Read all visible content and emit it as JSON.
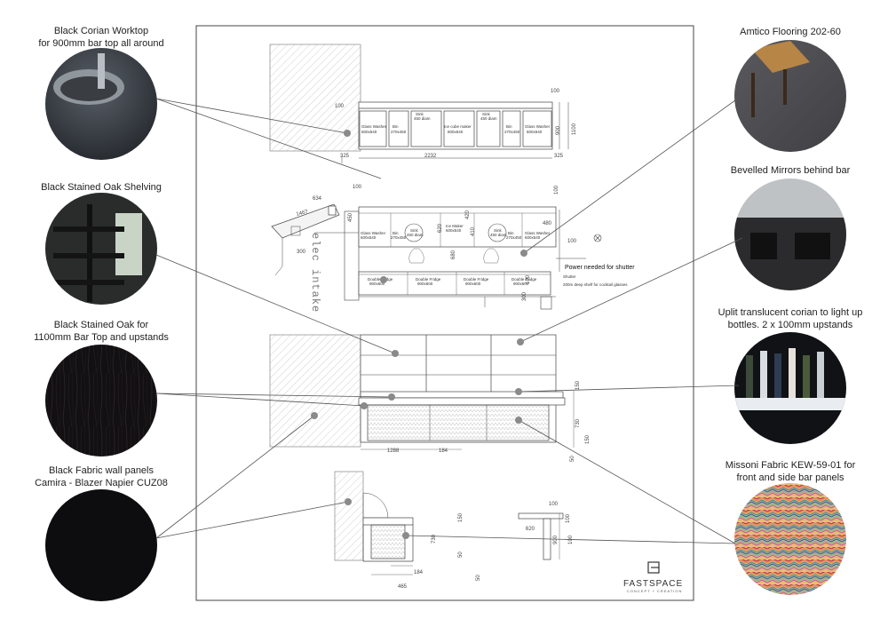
{
  "materials_left": [
    {
      "label": "Black Corian Worktop\nfor 900mm bar top all around"
    },
    {
      "label": "Black Stained Oak Shelving"
    },
    {
      "label": "Black Stained Oak for\n1100mm Bar Top and upstands"
    },
    {
      "label": "Black Fabric wall panels\nCamira - Blazer Napier CUZ08"
    }
  ],
  "materials_right": [
    {
      "label": "Amtico Flooring 202-60"
    },
    {
      "label": "Bevelled Mirrors behind bar"
    },
    {
      "label": "Uplit translucent corian to light up\nbottles. 2 x 100mm upstands"
    },
    {
      "label": "Missoni Fabric KEW-59-01 for\nfront and side bar panels"
    }
  ],
  "elevation_top": {
    "dims": [
      "100",
      "100",
      "325",
      "2232",
      "325",
      "900",
      "1100"
    ],
    "units": [
      {
        "line1": "Glass Washer",
        "line2": "600x540"
      },
      {
        "line1": "Bin",
        "line2": "270x450"
      },
      {
        "line1": "Sink",
        "line2": "450 diam"
      },
      {
        "line1": "Ice cube maker",
        "line2": "600x540"
      },
      {
        "line1": "Sink",
        "line2": "450 diam"
      },
      {
        "line1": "Bin",
        "line2": "270x450"
      },
      {
        "line1": "Glass Washer",
        "line2": "600x540"
      }
    ]
  },
  "plan": {
    "dims": [
      "634",
      "100",
      "100",
      "1467",
      "450",
      "300",
      "620",
      "410",
      "420",
      "680",
      "100",
      "480",
      "100",
      "300"
    ],
    "units_back": [
      {
        "line1": "Glass Washer",
        "line2": "600x540"
      },
      {
        "line1": "Bin",
        "line2": "270x450"
      },
      {
        "line1": "Sink",
        "line2": "450 diam"
      },
      {
        "line1": "Ice Maker",
        "line2": "600x540"
      },
      {
        "line1": "Sink",
        "line2": "450 diam"
      },
      {
        "line1": "Bin",
        "line2": "270x450"
      },
      {
        "line1": "Glass Washer",
        "line2": "600x540"
      }
    ],
    "fridges": [
      {
        "line1": "Double Fridge",
        "line2": "900x600"
      },
      {
        "line1": "Double Fridge",
        "line2": "900x600"
      },
      {
        "line1": "Double Fridge",
        "line2": "900x600"
      },
      {
        "line1": "Double Fridge",
        "line2": "900x600"
      }
    ],
    "elec_intake": "elec intake",
    "power_note": "Power needed for shutter",
    "shutter_note": "Shutter",
    "shelf_note": "200m deep shelf for cocktail glasses"
  },
  "front_elevation": {
    "dims": [
      "150",
      "730",
      "50",
      "150",
      "1288",
      "184"
    ]
  },
  "side_elevation": {
    "dims": [
      "150",
      "730",
      "50",
      "50",
      "184",
      "465",
      "100",
      "620",
      "100",
      "900",
      "100"
    ]
  },
  "brand": {
    "name": "FASTSPACE",
    "tagline": "CONCEPT + CREATION"
  },
  "colors": {
    "line": "#333333",
    "callout": "#555555",
    "dot": "#8a8a8a"
  }
}
